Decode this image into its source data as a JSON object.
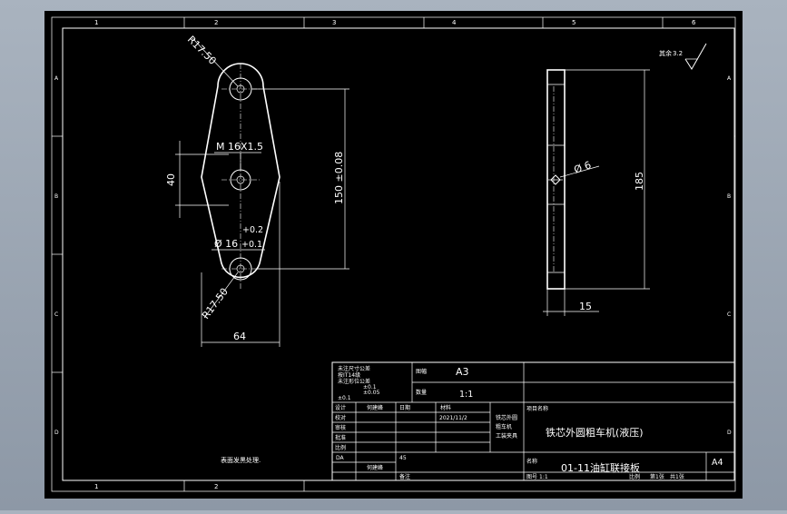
{
  "border_labels": {
    "top": [
      "1",
      "2",
      "3",
      "4",
      "5",
      "6"
    ],
    "bottom": [
      "1",
      "2"
    ],
    "left": [
      "A",
      "B",
      "C",
      "D"
    ],
    "right": [
      "A",
      "B",
      "C",
      "D"
    ]
  },
  "roughness": {
    "label": "其余",
    "value": "3.2"
  },
  "dimensions": {
    "radius_top": "R17.50",
    "radius_bottom": "R17.50",
    "thread": "M 16X1.5",
    "width_40": "40",
    "length_150": "150 ±0.08",
    "bore_upper": "+0.2",
    "bore_main": "Ø 16",
    "bore_lower": "+0.1",
    "width_64": "64",
    "hole_side": "Ø 6",
    "length_185": "185",
    "thickness_15": "15"
  },
  "title_block": {
    "format_label": "图幅",
    "format_value": "A3",
    "ratio_label": "比例",
    "ratio_value": "1:1",
    "material_label": "材料",
    "material_value": "45",
    "tolerance_notes": [
      "未注尺寸公差",
      "按IT14级",
      "未注形位公差",
      "±0.1",
      "±0.05",
      "±0.1"
    ],
    "design_label": "设计",
    "design_name": "何建峰",
    "check_label": "校对",
    "audit_label": "审核",
    "approve_label": "批准",
    "da_label": "DA",
    "date_label": "日期",
    "date_value": "2021/11/2",
    "qty_label": "数量",
    "stamp_lines": [
      "铁芯外圆",
      "粗车机",
      "工装夹具"
    ],
    "company_label": "项目名称",
    "project_name": "铁芯外圆粗车机(液压)",
    "part_label": "名称",
    "part_name": "01-11油缸联接板",
    "sheet_format": "A4",
    "drawing_no_label": "图号",
    "scale_label": "比例",
    "scale_value": "1:1",
    "sheet_label": "第1张",
    "total_label": "共1张",
    "remark_label": "备注",
    "signer": "何建峰"
  },
  "note": "表面发黑处理."
}
